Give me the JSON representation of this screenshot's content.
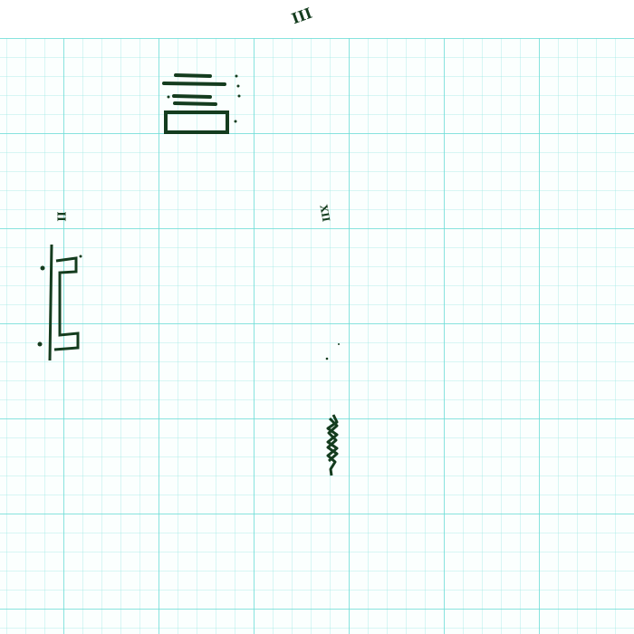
{
  "labels": {
    "top": "III",
    "left": "II",
    "middle": "XII"
  },
  "ink_color": "#143c1e",
  "grid_color": "#6edcd7"
}
